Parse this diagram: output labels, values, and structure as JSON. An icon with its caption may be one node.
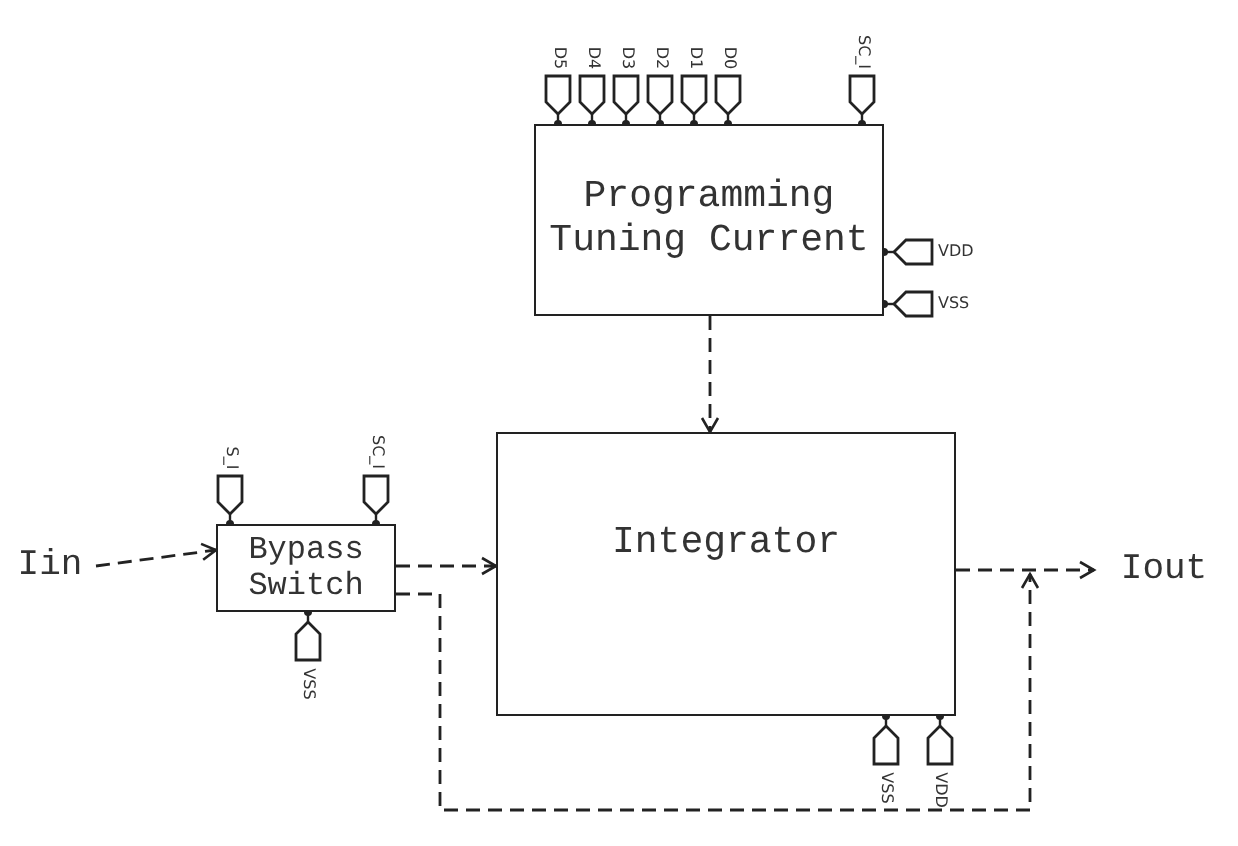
{
  "diagram": {
    "nodes": [
      {
        "text": [
          "Programming Tuning Current"
        ]
      },
      {
        "text": [
          "Bypass Switch"
        ]
      },
      {
        "text": [
          "Integrator"
        ]
      },
      {
        "text": [
          "Iin"
        ]
      },
      {
        "text": [
          "Iout"
        ]
      }
    ],
    "edges": [
      {
        "from": 3,
        "to": 1,
        "arrow": "to",
        "style": "dashed"
      },
      {
        "from": 1,
        "to": 2,
        "arrow": "to",
        "style": "dashed"
      },
      {
        "from": 0,
        "to": 2,
        "arrow": "to",
        "style": "dashed"
      },
      {
        "from": 2,
        "to": 4,
        "arrow": "to",
        "style": "dashed"
      },
      {
        "from": 1,
        "to": null,
        "arrow": "to",
        "style": "dashed"
      }
    ],
    "labels": [
      "D5",
      "D4",
      "D3",
      "D2",
      "D1",
      "D0",
      "SC_I",
      "VDD",
      "VSS",
      "S_I",
      "SC_I",
      "VSS",
      "VSS",
      "VDD"
    ]
  }
}
